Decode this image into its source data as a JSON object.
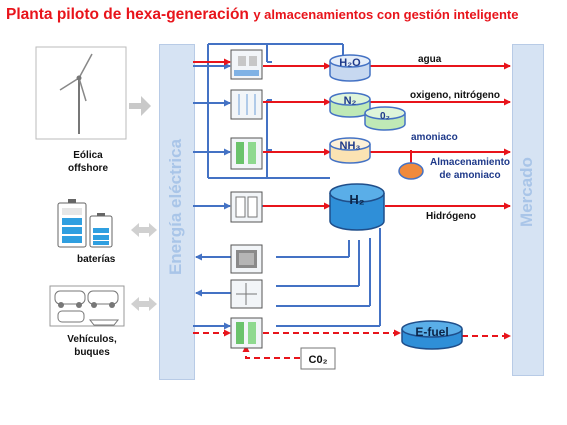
{
  "title": {
    "main": "Planta piloto de hexa-generación",
    "sub": "y almacenamientos con gestión inteligente"
  },
  "bars": {
    "left": "Energía eléctrica",
    "right": "Mercado"
  },
  "sources": {
    "wind": "Eólica offshore",
    "batteries": "baterías",
    "vehicles": "Vehículos, buques"
  },
  "products": {
    "water": "agua",
    "oxygen_nitrogen": "oxigeno, nitrógeno",
    "ammonia": "amoniaco",
    "ammonia_storage": "Almacenamiento de amoniaco",
    "hydrogen": "Hidrógeno"
  },
  "tanks": {
    "water": "H₂O",
    "nitrogen": "N₂",
    "oxygen": "0₂",
    "ammonia": "NH₃",
    "hydrogen": "H₂",
    "efuel": "E-fuel",
    "co2": "C0₂"
  },
  "colors": {
    "title": "#e8141b",
    "power_arrow": "#4472c4",
    "product_arrow": "#e8141b",
    "bar_fill": "#d6e3f3",
    "tank_blue": "#2f8fd8",
    "tank_water": "#c7d8f0",
    "tank_green": "#bfe9b6",
    "tank_ammonia": "#fbe3b3",
    "ammonia_storage": "#f08a3c"
  }
}
